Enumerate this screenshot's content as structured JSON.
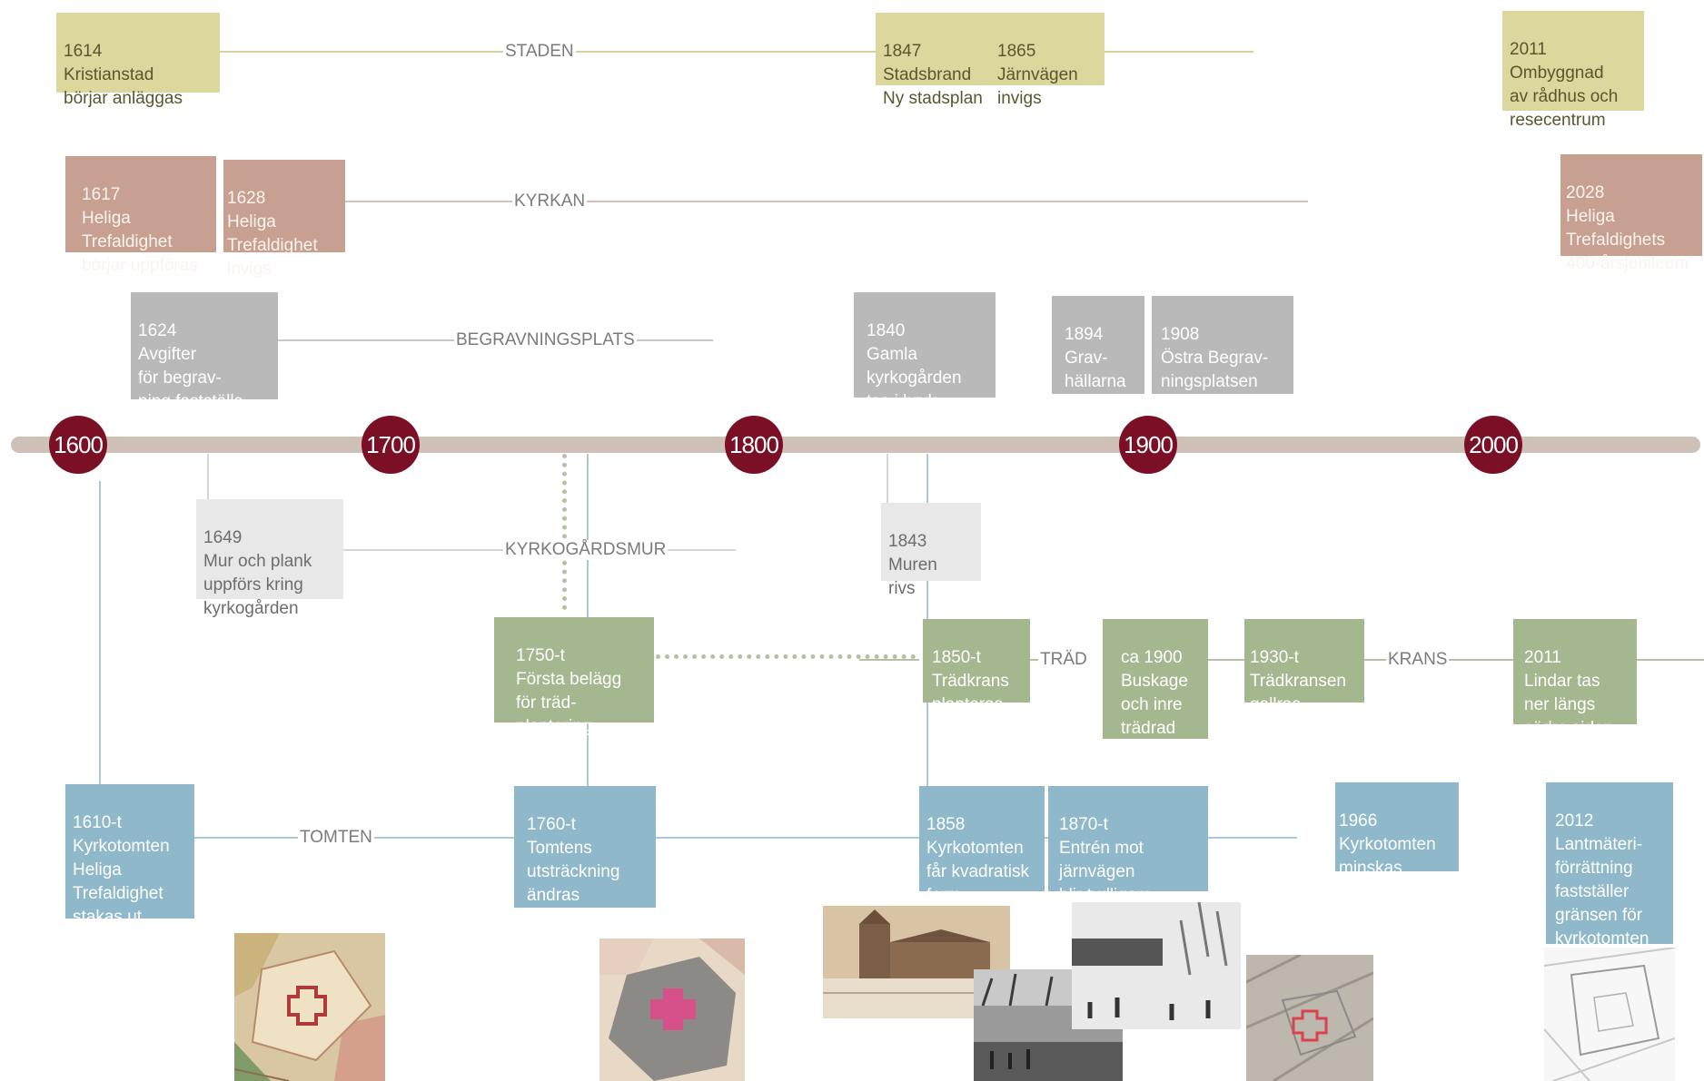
{
  "colors": {
    "staden": "#dcd79c",
    "kyrkan": "#c7a091",
    "begravningsplats": "#b9b9b9",
    "kyrkogardsmur": "#e8e8e8",
    "trad": "#a5b78f",
    "tomten": "#8fb8ca",
    "century": "#7b0f26",
    "axis": "#cfc1b7"
  },
  "centuries": [
    "1600",
    "1700",
    "1800",
    "1900",
    "2000"
  ],
  "tracks": {
    "staden": "STADEN",
    "kyrkan": "KYRKAN",
    "begravningsplats": "BEGRAVNINGSPLATS",
    "kyrkogardsmur": "KYRKOGÅRDSMUR",
    "trad": "TRÄD",
    "krans": "KRANS",
    "tomten": "TOMTEN"
  },
  "events": {
    "staden": [
      {
        "year": "1614",
        "text": "Kristianstad\nbörjar anläggas"
      },
      {
        "year": "1847",
        "text": "Stadsbrand\nNy stadsplan"
      },
      {
        "year": "1865",
        "text": "Järnvägen\ninvigs"
      },
      {
        "year": "2011",
        "text": "Ombyggnad\nav rådhus och\nresecentrum"
      }
    ],
    "kyrkan": [
      {
        "year": "1617",
        "text": "Heliga\nTrefaldighet\nbörjar uppföras"
      },
      {
        "year": "1628",
        "text": "Heliga\nTrefaldighet\ninvigs"
      },
      {
        "year": "2028",
        "text": "Heliga\nTrefaldighets\n400-årsjubileum"
      }
    ],
    "begravningsplats": [
      {
        "year": "1624",
        "text": "Avgifter\nför begrav-\nning fastställs"
      },
      {
        "year": "1840",
        "text": "Gamla\nkyrkogården\ntas i bruk"
      },
      {
        "year": "1894",
        "text": "Grav-\nhällarna\nflyttas ut"
      },
      {
        "year": "1908",
        "text": "Östra Begrav-\nningsplatsen\ntas i bruk"
      }
    ],
    "kyrkogardsmur": [
      {
        "year": "1649",
        "text": "Mur och plank\nuppförs kring\nkyrkogården"
      },
      {
        "year": "1843",
        "text": "Muren\nrivs"
      }
    ],
    "trad": [
      {
        "year": "1750-t",
        "text": "Första belägg\nför träd-\nplantering"
      },
      {
        "year": "1850-t",
        "text": "Trädkrans\nplanteras"
      },
      {
        "year": "ca 1900",
        "text": "Buskage\noch inre\nträdrad\ntas bort"
      },
      {
        "year": "1930-t",
        "text": "Trädkransen\ngallras"
      },
      {
        "year": "2011",
        "text": "Lindar tas\nner längs\nsödra sidan"
      }
    ],
    "tomten": [
      {
        "year": "1610-t",
        "text": "Kyrkotomten\nHeliga\nTrefaldighet\nstakas ut"
      },
      {
        "year": "1760-t",
        "text": "Tomtens\nutsträckning\nändras"
      },
      {
        "year": "1858",
        "text": "Kyrkotomten\nfår kvadratisk\nform"
      },
      {
        "year": "1870-t",
        "text": "Entrén mot\njärnvägen\nblir tydligare"
      },
      {
        "year": "1966",
        "text": "Kyrkotomten\nminskas"
      },
      {
        "year": "2012",
        "text": "Lantmäteri-\nförrättning\nfastställer\ngränsen för\nkyrkotomten"
      }
    ]
  }
}
